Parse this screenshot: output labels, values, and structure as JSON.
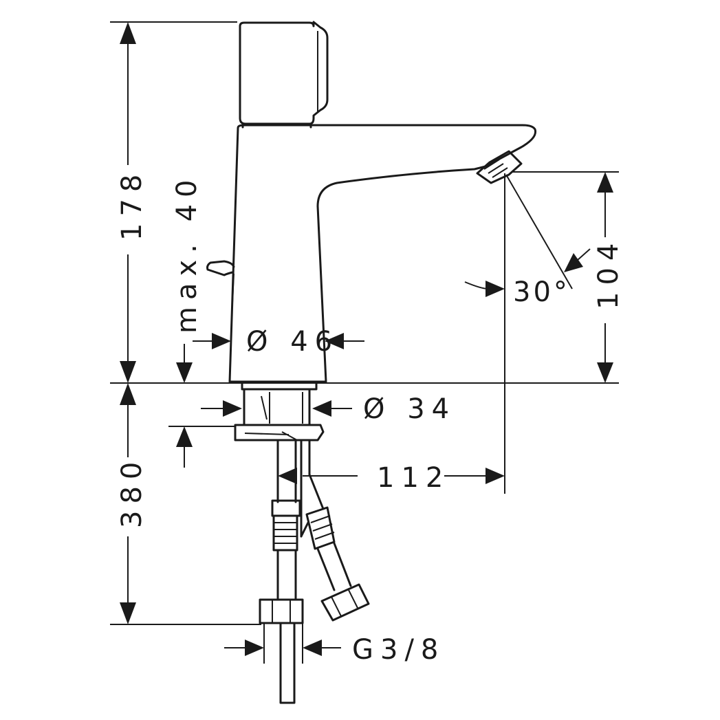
{
  "dimensions": {
    "height_total": "178",
    "max_lever": "max. 40",
    "diameter_body": "Ø 46",
    "diameter_shank": "Ø 34",
    "spout_height": "104",
    "spout_angle": "30°",
    "reach": "112",
    "below_deck": "380",
    "thread": "G3/8"
  }
}
